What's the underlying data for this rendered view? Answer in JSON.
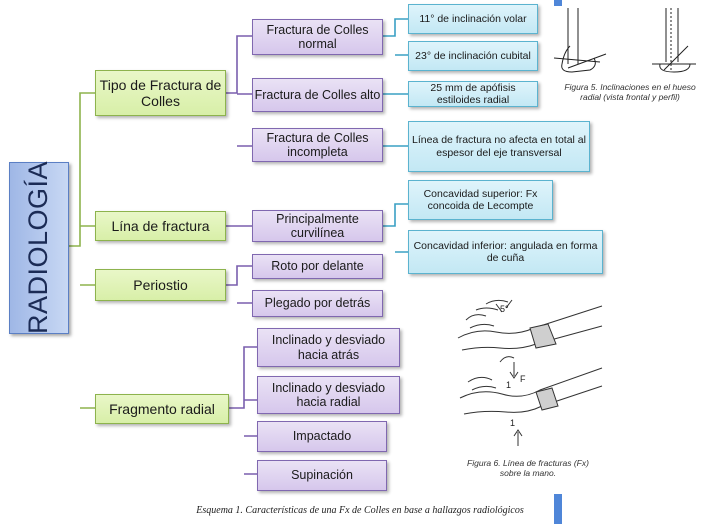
{
  "diagram": {
    "root": "RADIOLOGÍA",
    "tipo": {
      "label": "Tipo de Fractura de Colles",
      "normal": "Fractura de Colles normal",
      "normal_details": [
        "11° de inclinación volar",
        "23° de inclinación cubital"
      ],
      "alto": "Fractura de Colles alto",
      "alto_detail": "25 mm de apófisis estiloides radial",
      "incompleta": "Fractura de Colles incompleta",
      "incompleta_detail": "Línea de fractura no afecta en total al espesor del eje transversal"
    },
    "linea": {
      "label": "Lína de fractura",
      "sub": "Principalmente curvilínea",
      "details": [
        "Concavidad superior: Fx concoida de Lecompte",
        "Concavidad inferior: angulada en forma de cuña"
      ]
    },
    "periostio": {
      "label": "Periostio",
      "items": [
        "Roto por delante",
        "Plegado por detrás"
      ]
    },
    "fragmento": {
      "label": "Fragmento radial",
      "items": [
        "Inclinado y desviado hacia atrás",
        "Inclinado y desviado hacia radial",
        "Impactado",
        "Supinación"
      ]
    }
  },
  "figures": {
    "fig5_caption": "Figura 5. Inclinaciones en el hueso radial (vista frontal y perfil)",
    "fig6_caption": "Figura 6. Línea de fracturas (Fx) sobre la mano.",
    "fig6_labels": [
      "5°",
      "F",
      "1",
      "1"
    ]
  },
  "caption": "Esquema 1. Características de una Fx de Colles en base a hallazgos radiológicos",
  "colors": {
    "root": "#b4c9ef",
    "level1": "#e2f4bd",
    "level2": "#e0d4f1",
    "level3": "#d1eef8",
    "connector_green": "#8db34d",
    "connector_purple": "#7a5fae",
    "connector_blue": "#3aa0c4"
  }
}
